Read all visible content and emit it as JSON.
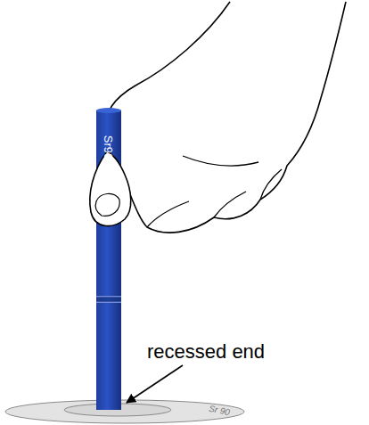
{
  "diagram": {
    "labels": [
      "Sr90",
      "recessed end",
      "Sr 90"
    ]
  }
}
